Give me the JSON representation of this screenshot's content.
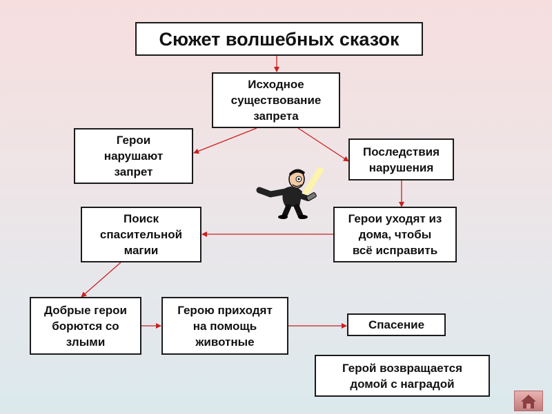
{
  "title": "Сюжет волшебных сказок",
  "nodes": {
    "initial": "Исходное\nсуществование\nзапрета",
    "violate": "Герои\nнарушают\nзапрет",
    "consequences": "Последствия\nнарушения",
    "leave_home": "Герои уходят из\nдома, чтобы\nвсё исправить",
    "search_magic": "Поиск\nспасительной\nмагии",
    "good_vs_evil": "Добрые герои\nборются со\nзлыми",
    "animals_help": "Герою приходят\nна помощь\nживотные",
    "rescue": "Спасение",
    "return_home": "Герой возвращается\nдомой с наградой"
  },
  "colors": {
    "arrow": "#cc1f1f",
    "box_border": "#1a1a1a",
    "box_fill": "#ffffff"
  },
  "icons": {
    "character": "cartoon-man-with-flashlight-icon",
    "home": "home-icon"
  }
}
